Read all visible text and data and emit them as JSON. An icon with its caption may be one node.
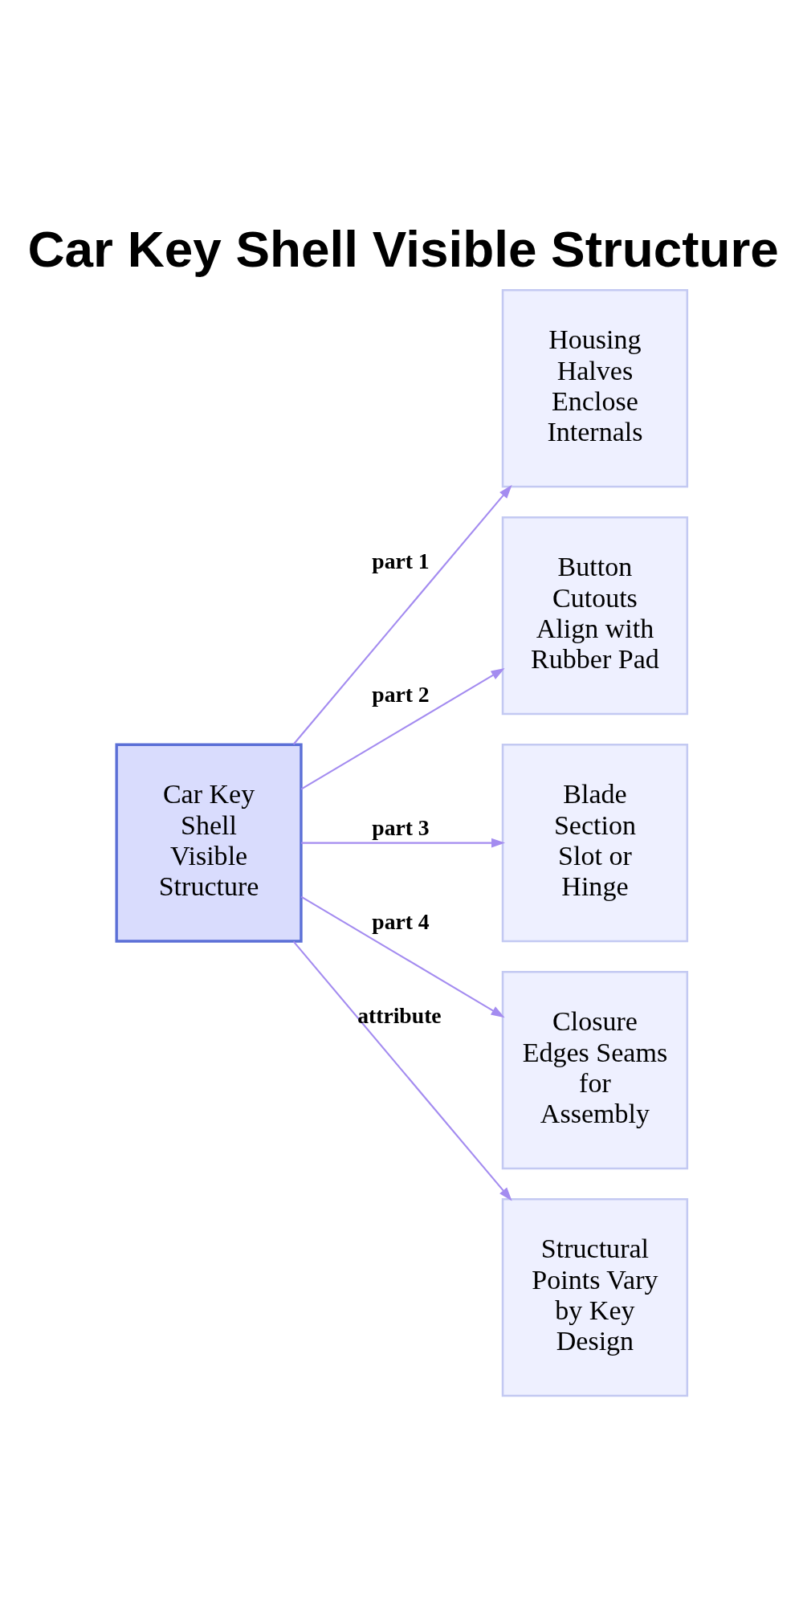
{
  "diagram": {
    "title": "Car Key Shell Visible Structure",
    "nodes": [
      {
        "text": [
          "Car Key Shell Visible Structure"
        ]
      },
      {
        "text": [
          "Housing Halves Enclose Internals"
        ]
      },
      {
        "text": [
          "Button Cutouts Align with Rubber Pad"
        ]
      },
      {
        "text": [
          "Blade Section Slot or Hinge"
        ]
      },
      {
        "text": [
          "Closure Edges Seams for Assembly"
        ]
      },
      {
        "text": [
          "Structural Points Vary by Key Design"
        ]
      }
    ],
    "edges": [
      {
        "from": 0,
        "to": 1,
        "arrow": "to",
        "label": "part 1"
      },
      {
        "from": 0,
        "to": 2,
        "arrow": "to",
        "label": "part 2"
      },
      {
        "from": 0,
        "to": 3,
        "arrow": "to",
        "label": "part 3"
      },
      {
        "from": 0,
        "to": 4,
        "arrow": "to",
        "label": "part 4"
      },
      {
        "from": 0,
        "to": 5,
        "arrow": "to",
        "label": "attribute"
      }
    ]
  }
}
